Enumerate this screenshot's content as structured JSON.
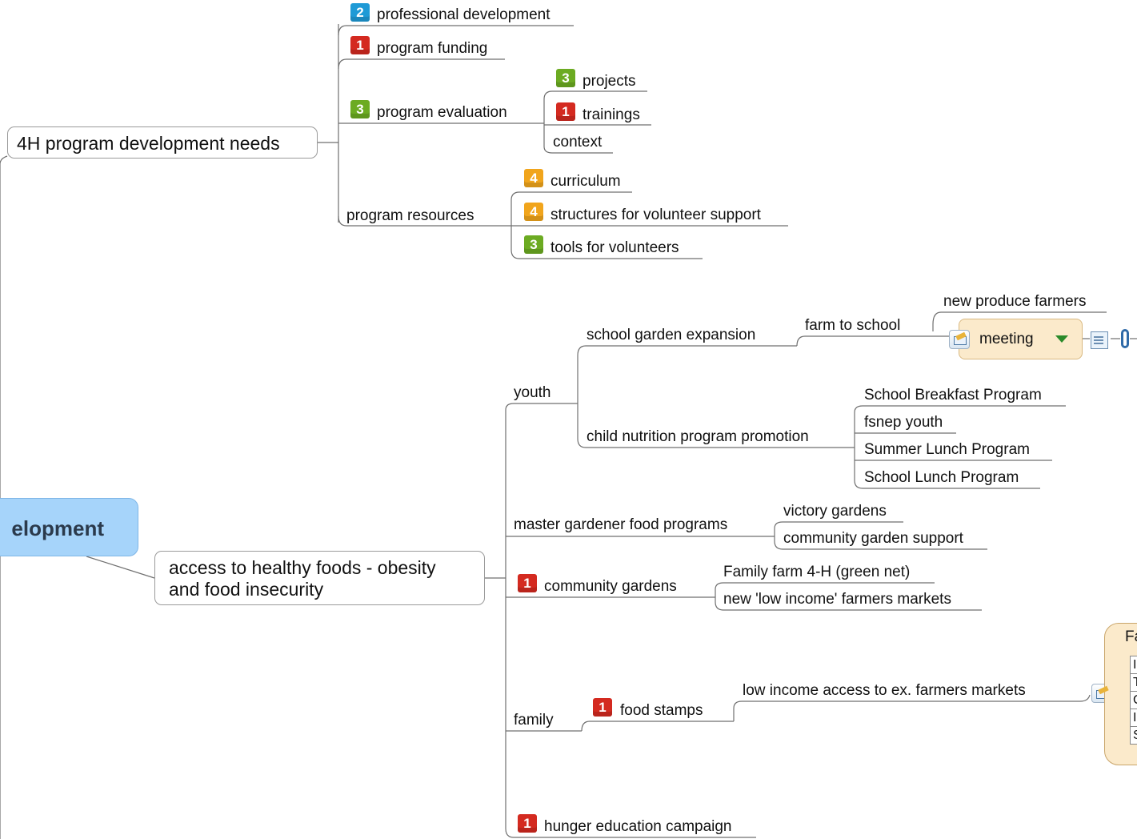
{
  "central_topic": "elopment",
  "badge_colors": {
    "1": "#d42a20",
    "2": "#1e9ad6",
    "3": "#6cab22",
    "4": "#f1a51c"
  },
  "branch1": {
    "title": "4H program development needs",
    "professional_development": {
      "label": "professional development",
      "priority": "2"
    },
    "program_funding": {
      "label": "program funding",
      "priority": "1"
    },
    "program_evaluation": {
      "label": "program evaluation",
      "priority": "3"
    },
    "projects": {
      "label": "projects",
      "priority": "3"
    },
    "trainings": {
      "label": "trainings",
      "priority": "1"
    },
    "context": "context",
    "program_resources": "program resources",
    "curriculum": {
      "label": "curriculum",
      "priority": "4"
    },
    "volunteer_support": {
      "label": "structures for volunteer support",
      "priority": "4"
    },
    "tools": {
      "label": "tools for volunteers",
      "priority": "3"
    }
  },
  "branch2": {
    "title": "access to healthy foods - obesity and food insecurity",
    "youth": "youth",
    "school_garden": "school garden expansion",
    "farm_to_school": "farm to school",
    "new_produce_farmers": "new produce farmers",
    "meeting": "meeting",
    "child_nutrition": "child nutrition program promotion",
    "school_breakfast": "School Breakfast Program",
    "fsnep_youth": "fsnep youth",
    "summer_lunch": "Summer Lunch Program",
    "school_lunch": "School Lunch Program",
    "master_gardener": "master gardener food programs",
    "victory_gardens": "victory gardens",
    "community_garden_support": "community garden support",
    "community_gardens": {
      "label": "community gardens",
      "priority": "1"
    },
    "family_farm": "Family farm 4-H (green net)",
    "low_income_markets": "new 'low income' farmers markets",
    "family": "family",
    "food_stamps": {
      "label": "food stamps",
      "priority": "1"
    },
    "low_income_access": "low income access to ex. farmers markets",
    "hunger_campaign": {
      "label": "hunger education campaign",
      "priority": "1"
    },
    "fa_title": "Fa",
    "fa_rows": [
      "I",
      "T",
      "C",
      "I",
      "S"
    ]
  }
}
